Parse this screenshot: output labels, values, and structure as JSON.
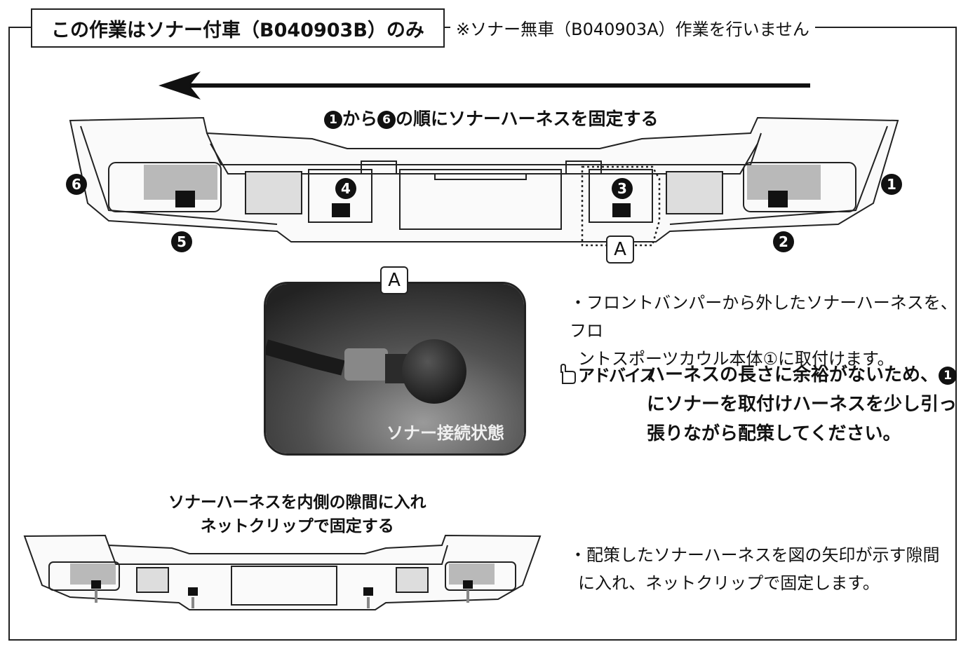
{
  "header": {
    "title": "この作業はソナー付車（B040903B）のみ",
    "note": "※ソナー無車（B040903A）作業を行いません"
  },
  "diagram_top": {
    "caption_prefix": "から",
    "caption_mid": "の順にソナーハーネスを固定する",
    "caption_num_start": "1",
    "caption_num_end": "6",
    "markers": [
      "1",
      "2",
      "3",
      "4",
      "5",
      "6"
    ],
    "detail_label": "A"
  },
  "photo": {
    "label": "A",
    "caption": "ソナー接続状態"
  },
  "instructions": {
    "step1_line1": "・フロントバンパーから外したソナーハーネスを、フロ",
    "step1_line2": "ントスポーツカウル本体①に取付けます。",
    "advice_tag": "アドバイス",
    "advice_line1": "ハーネスの長さに余裕がないため、",
    "advice_num": "1",
    "advice_line2": "にソナーを取付けハーネスを少し引っ",
    "advice_line3": "張りながら配策してください。",
    "step2_line1": "・配策したソナーハーネスを図の矢印が示す隙間",
    "step2_line2": "に入れ、ネットクリップで固定します。"
  },
  "diagram_bottom": {
    "caption_line1": "ソナーハーネスを内側の隙間に入れ",
    "caption_line2": "ネットクリップで固定する"
  }
}
